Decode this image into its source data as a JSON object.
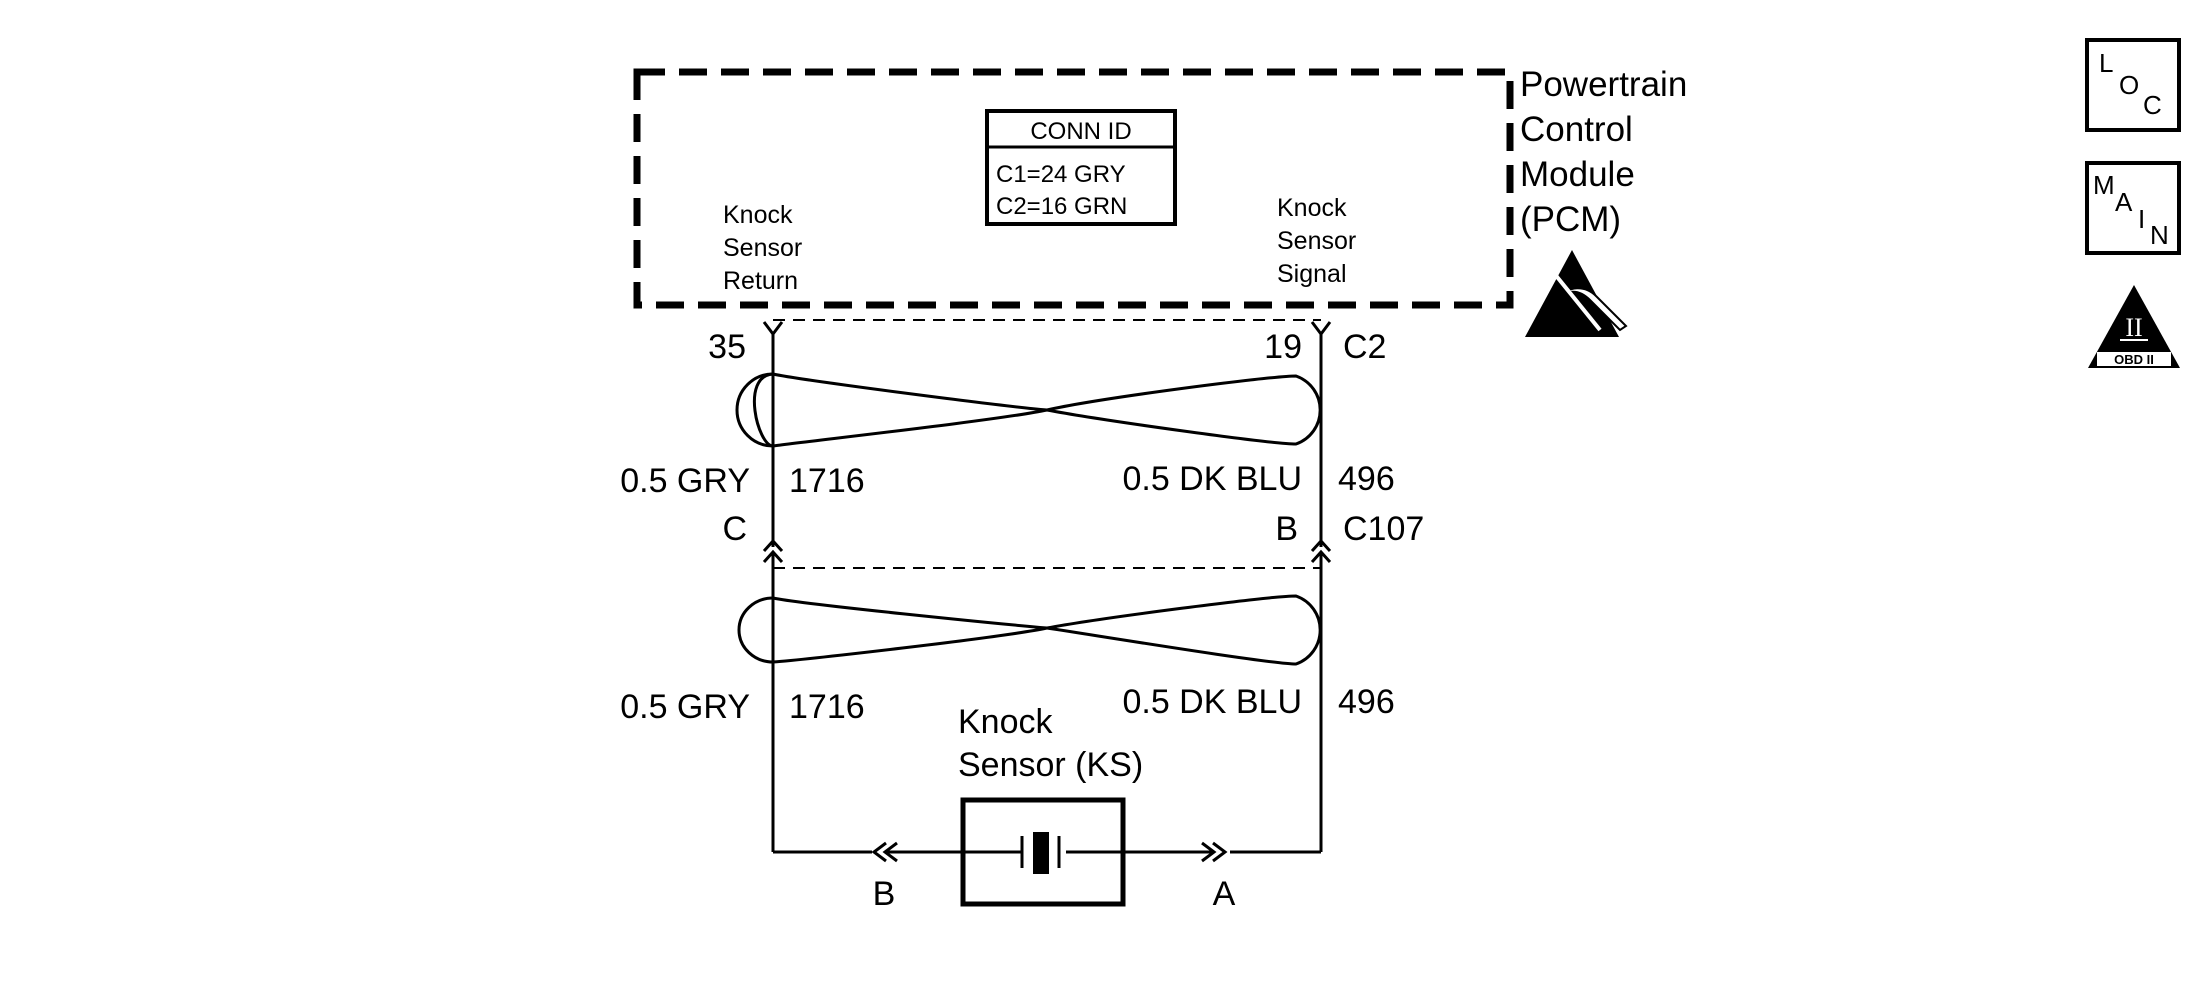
{
  "pcm": {
    "name_lines": [
      "Powertrain",
      "Control",
      "Module",
      "(PCM)"
    ],
    "conn_id": {
      "header": "CONN ID",
      "lines": [
        "C1=24 GRY",
        "C2=16 GRN"
      ]
    },
    "left_label_lines": [
      "Knock",
      "Sensor",
      "Return"
    ],
    "right_label_lines": [
      "Knock",
      "Sensor",
      "Signal"
    ],
    "left_pin": "35",
    "right_pin": "19",
    "connector": "C2"
  },
  "upper_wires": {
    "left_color": "0.5 GRY",
    "left_circuit": "1716",
    "right_color": "0.5 DK BLU",
    "right_circuit": "496"
  },
  "inline_connector": {
    "left_pin": "C",
    "right_pin": "B",
    "name": "C107"
  },
  "lower_wires": {
    "left_color": "0.5 GRY",
    "left_circuit": "1716",
    "right_color": "0.5 DK BLU",
    "right_circuit": "496"
  },
  "sensor": {
    "name_lines": [
      "Knock",
      "Sensor (KS)"
    ],
    "left_pin": "B",
    "right_pin": "A"
  },
  "icons": {
    "loc": [
      "L",
      "O",
      "C"
    ],
    "main": [
      "M",
      "A",
      "I",
      "N"
    ],
    "obd": {
      "numeral": "II",
      "label": "OBD II"
    },
    "esd": "esd-hand-warning-icon"
  }
}
